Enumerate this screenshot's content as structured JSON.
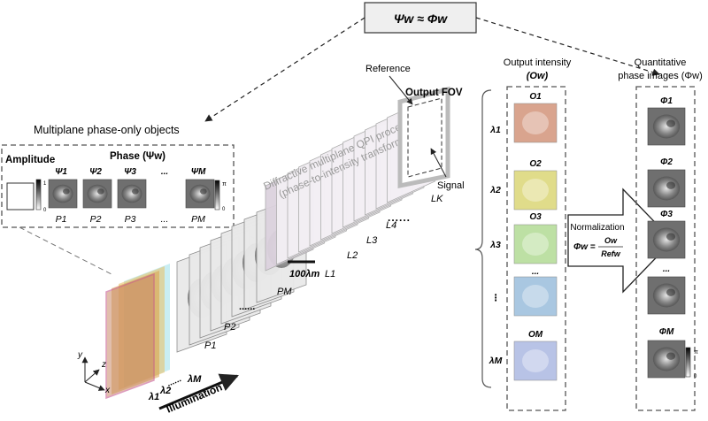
{
  "equation_top": "Ψw ≈ Φw",
  "objects": {
    "title": "Multiplane phase-only objects",
    "amplitude_label": "Amplitude",
    "amp_scale_top": "1",
    "amp_scale_bottom": "0",
    "phase_label": "Phase (Ψw)",
    "phase_scale_top": "π",
    "phase_scale_bottom": "0",
    "psi_labels": [
      "Ψ1",
      "Ψ2",
      "Ψ3",
      "...",
      "ΨM"
    ],
    "plane_labels": [
      "P1",
      "P2",
      "P3",
      "...",
      "PM"
    ]
  },
  "processor": {
    "title_line1": "Diffractive multiplane QPI processor",
    "title_line2": "(phase-to-intensity transformation)",
    "output_fov": "Output FOV",
    "reference": "Reference",
    "signal": "Signal",
    "scale_bar": "100λm",
    "layers": [
      "L1",
      "L2",
      "L3",
      "L4",
      "LK"
    ],
    "object_planes": [
      "P1",
      "P2",
      "PM"
    ],
    "dots": "......"
  },
  "illumination": {
    "label": "Illumination",
    "lambdas": [
      "λ1",
      "λ2",
      "λM"
    ],
    "dots": "......",
    "axes": [
      "y",
      "z",
      "x"
    ]
  },
  "output_intensity": {
    "title_line1": "Output intensity",
    "title_line2": "(Ow)",
    "lambda_labels": [
      "λ1",
      "λ2",
      "λ3",
      "⋮",
      "λM"
    ],
    "o_labels": [
      "O1",
      "O2",
      "O3",
      "...",
      "OM"
    ],
    "tile_colors": [
      "#d9a48e",
      "#e0dc8a",
      "#bde0a4",
      "#a9c7e1",
      "#b8c3e6"
    ]
  },
  "normalization": {
    "title": "Normalization",
    "lhs": "Φw =",
    "numerator": "Ow",
    "denominator": "Refw"
  },
  "quantitative": {
    "title_line1": "Quantitative",
    "title_line2": "phase images (Φw)",
    "phi_labels": [
      "Φ1",
      "Φ2",
      "Φ3",
      "...",
      "ΦM"
    ],
    "scale_top": "π",
    "scale_bottom": "0"
  }
}
